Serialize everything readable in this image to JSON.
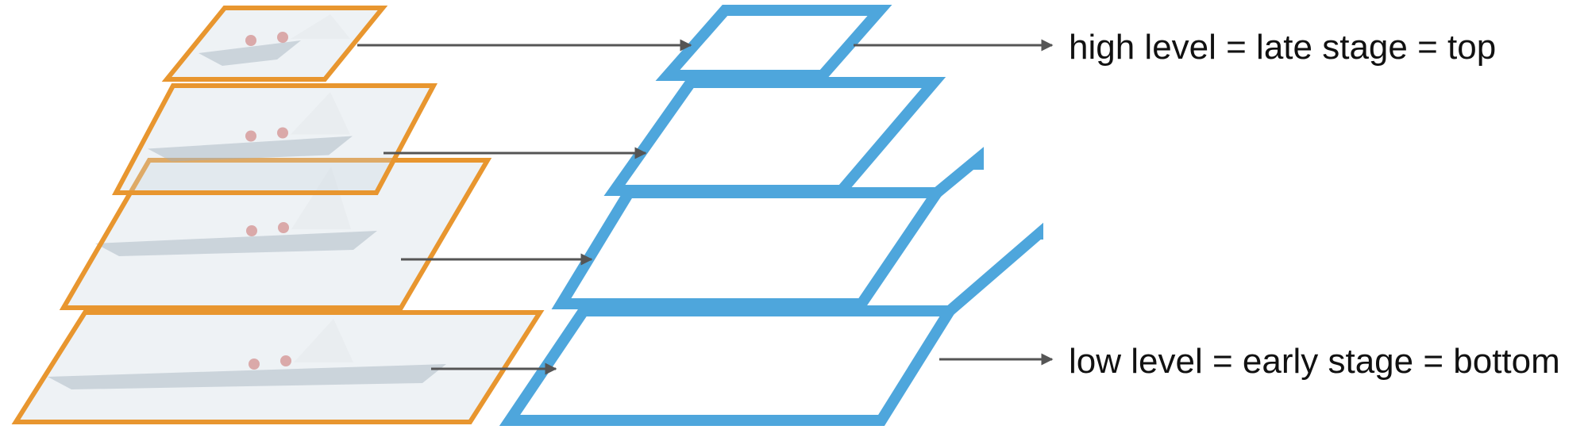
{
  "diagram": {
    "labels": {
      "top": "high level = late stage = top",
      "bottom": "low level = early stage = bottom"
    },
    "image_pyramid": {
      "levels": 4,
      "content": "sailboat-photo",
      "border_color": "#E8962F",
      "fill_opacity": 0.32
    },
    "feature_pyramid": {
      "levels": 4,
      "border_color": "#4EA6DC"
    },
    "arrow_color": "#555555",
    "text_color": "#111111"
  }
}
